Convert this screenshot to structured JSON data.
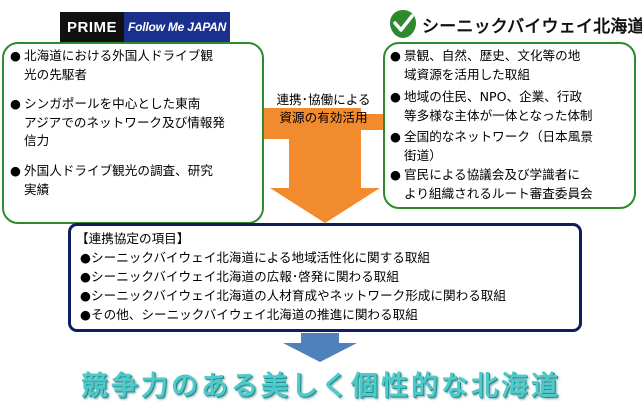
{
  "logos": {
    "prime_text": "PRIME",
    "follow_me_text": "Follow Me JAPAN",
    "byway_name": "シーニックバイウェイ北海道"
  },
  "left_box": {
    "items": [
      {
        "bullet": "●",
        "lines": [
          "北海道における外国人ドライブ観",
          "光の先駆者"
        ]
      },
      {
        "bullet": "●",
        "lines": [
          "シンガポールを中心とした東南",
          "アジアでのネットワーク及び情報発",
          "信力"
        ]
      },
      {
        "bullet": "●",
        "lines": [
          "外国人ドライブ観光の調査、研究",
          "実績"
        ]
      }
    ]
  },
  "right_box": {
    "items": [
      {
        "bullet": "●",
        "lines": [
          "景観、自然、歴史、文化等の地",
          "域資源を活用した取組"
        ]
      },
      {
        "bullet": "●",
        "lines": [
          "地域の住民、NPO、企業、行政",
          "等多様な主体が一体となった体制"
        ]
      },
      {
        "bullet": "●",
        "lines": [
          "全国的なネットワーク（日本風景",
          "街道）"
        ]
      },
      {
        "bullet": "●",
        "lines": [
          "官民による協議会及び学識者に",
          "より組織されるルート審査委員会"
        ]
      }
    ]
  },
  "connector": {
    "lines": [
      "連携･協働による",
      "資源の有効活用"
    ]
  },
  "agreement": {
    "heading": "【連携協定の項目】",
    "items": [
      {
        "bullet": "●",
        "text": "シーニックバイウェイ北海道による地域活性化に関する取組"
      },
      {
        "bullet": "●",
        "text": "シーニックバイウェイ北海道の広報･啓発に関わる取組"
      },
      {
        "bullet": "●",
        "text": "シーニックバイウェイ北海道の人材育成やネットワーク形成に関わる取組"
      },
      {
        "bullet": "●",
        "text": "その他、シーニックバイウェイ北海道の推進に関わる取組"
      }
    ]
  },
  "slogan": "競争力のある美しく個性的な北海道",
  "colors": {
    "green_border": "#2e8a2e",
    "orange_arrow": "#f28a2e",
    "navy_border": "#0d1f5e",
    "blue_arrow": "#4f81bd",
    "slogan": "#4fc9c9"
  }
}
